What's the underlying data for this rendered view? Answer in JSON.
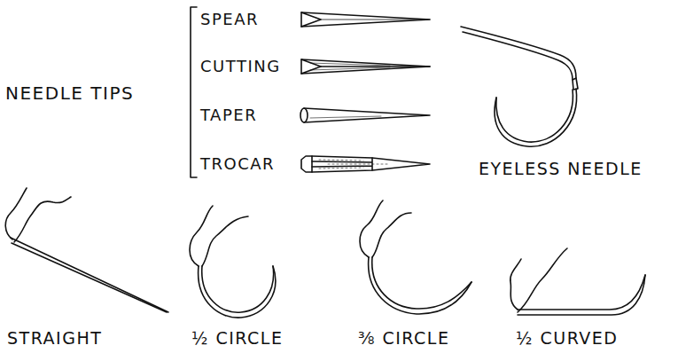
{
  "diagram": {
    "labels": [
      "NEEDLE TIPS",
      "SPEAR",
      "CUTTING",
      "TAPER",
      "TROCAR",
      "EYELESS NEEDLE",
      "STRAIGHT",
      "½ CIRCLE",
      "⅜ CIRCLE",
      "½ CURVED"
    ]
  }
}
